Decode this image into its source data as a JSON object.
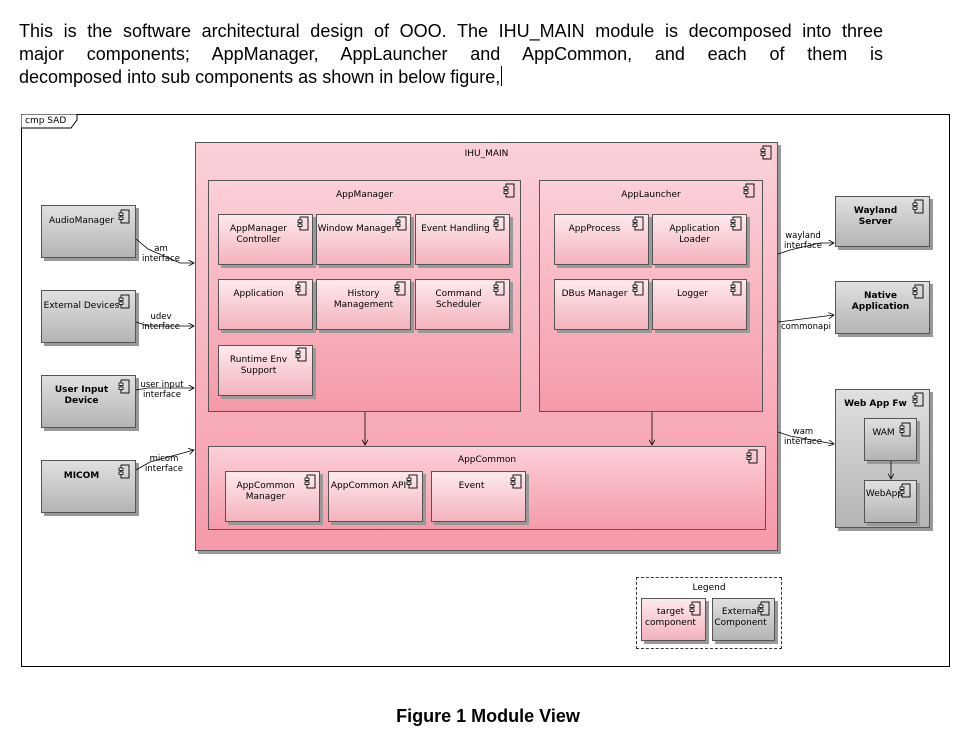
{
  "paragraph": {
    "lines": [
      "This is the software architectural design of OOO. The IHU_MAIN module is decomposed into three",
      "major components; AppManager, AppLauncher and AppCommon, and each of them is",
      "decomposed into sub components as shown in below figure,"
    ]
  },
  "diagram": {
    "frame_tab": "cmp SAD",
    "main": {
      "title": "IHU_MAIN"
    },
    "app_manager": {
      "title": "AppManager",
      "components": [
        "AppManager Controller",
        "Window Manager",
        "Event Handling",
        "Application",
        "History Management",
        "Command Scheduler",
        "Runtime Env Support"
      ]
    },
    "app_launcher": {
      "title": "AppLauncher",
      "components": [
        "AppProcess",
        "Application Loader",
        "DBus Manager",
        "Logger"
      ]
    },
    "app_common": {
      "title": "AppCommon",
      "components": [
        "AppCommon Manager",
        "AppCommon API",
        "Event"
      ]
    },
    "left_externals": [
      "AudioManager",
      "External Devices",
      "User Input Device",
      "MICOM"
    ],
    "left_interfaces": [
      "am interface",
      "udev interface",
      "user input interface",
      "micom interface"
    ],
    "right_externals": {
      "wayland": "Wayland Server",
      "native": "Native Application",
      "webfw": "Web App Fw",
      "wam": "WAM",
      "webapp": "WebApp"
    },
    "right_interfaces": [
      "wayland interface",
      "commonapi",
      "wam interface"
    ],
    "legend": {
      "title": "Legend",
      "target": "target component",
      "external": "External Component"
    }
  },
  "caption": "Figure 1 Module View",
  "colors": {
    "target": "#f4a3b0",
    "external": "#b4b4b4"
  }
}
